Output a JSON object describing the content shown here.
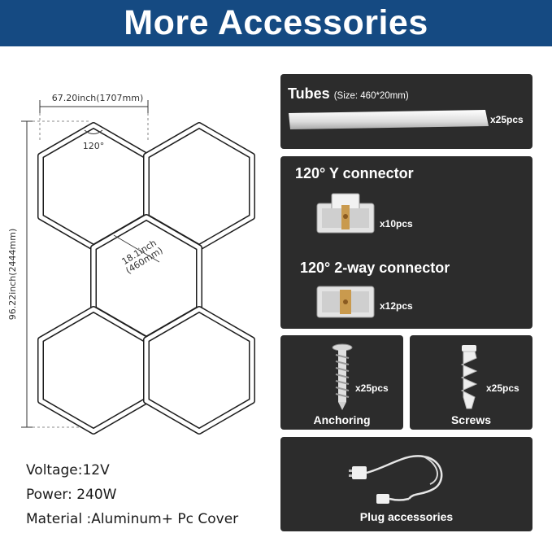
{
  "header": {
    "title": "More Accessories"
  },
  "diagram": {
    "width_label": "67.20inch(1707mm)",
    "height_label": "96.22inch(2444mm)",
    "angle_label": "120°",
    "edge_label_1": "18.1inch",
    "edge_label_2": "(460mm)"
  },
  "specs": {
    "voltage": "Voltage:12V",
    "power": "Power: 240W",
    "material": "Material :Aluminum+ Pc Cover"
  },
  "tubes": {
    "title": "Tubes",
    "size": "(Size: 460*20mm)",
    "qty": "x25pcs"
  },
  "connectors": {
    "y_title": "120° Y connector",
    "y_qty": "x10pcs",
    "two_way_title": "120° 2-way connector",
    "two_way_qty": "x12pcs"
  },
  "anchoring": {
    "qty": "x25pcs",
    "label": "Anchoring"
  },
  "screws": {
    "qty": "x25pcs",
    "label": "Screws"
  },
  "plug": {
    "label": "Plug accessories"
  },
  "colors": {
    "banner": "#154a82",
    "panel": "#2c2c2c",
    "text_light": "#ffffff"
  }
}
